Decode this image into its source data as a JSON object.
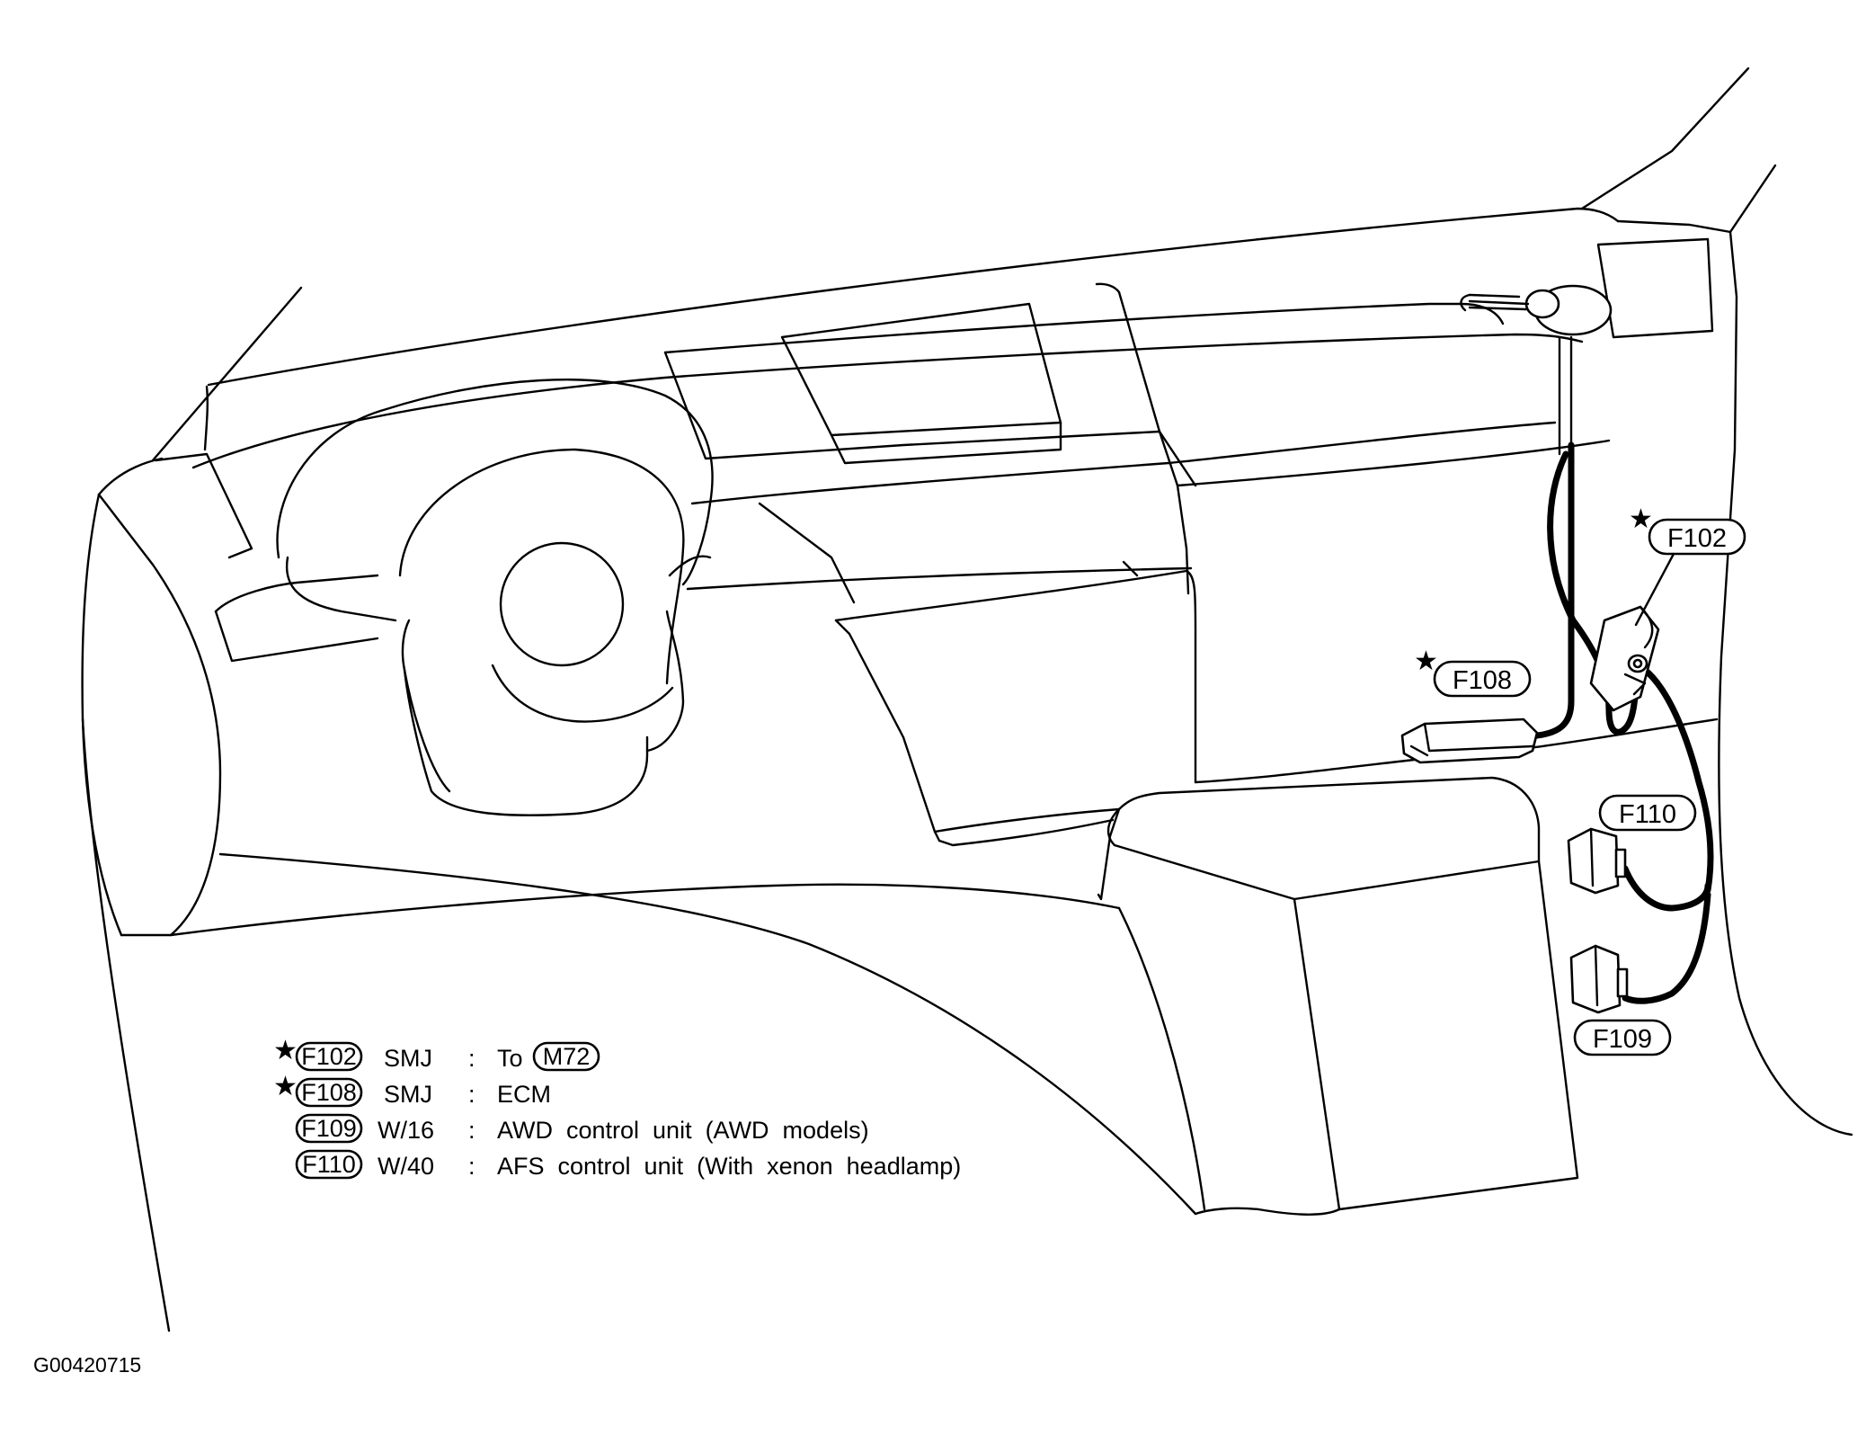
{
  "figure_id": "G00420715",
  "callouts": {
    "f102": {
      "code": "F102",
      "starred": true
    },
    "f108": {
      "code": "F108",
      "starred": true
    },
    "f110": {
      "code": "F110",
      "starred": false
    },
    "f109": {
      "code": "F109",
      "starred": false
    }
  },
  "legend": {
    "star_symbol": "★",
    "colon": ":",
    "rows": [
      {
        "code": "F102",
        "starred": true,
        "type": "SMJ",
        "desc_prefix": "To",
        "desc_code": "M72",
        "desc_suffix": ""
      },
      {
        "code": "F108",
        "starred": true,
        "type": "SMJ",
        "desc_prefix": "ECM",
        "desc_code": "",
        "desc_suffix": ""
      },
      {
        "code": "F109",
        "starred": false,
        "type": "W/16",
        "desc_prefix": "AWD  control  unit  (AWD  models)",
        "desc_code": "",
        "desc_suffix": ""
      },
      {
        "code": "F110",
        "starred": false,
        "type": "W/40",
        "desc_prefix": "AFS  control  unit  (With  xenon  headlamp)",
        "desc_code": "",
        "desc_suffix": ""
      }
    ]
  },
  "colors": {
    "line": "#000000",
    "background": "#ffffff"
  }
}
